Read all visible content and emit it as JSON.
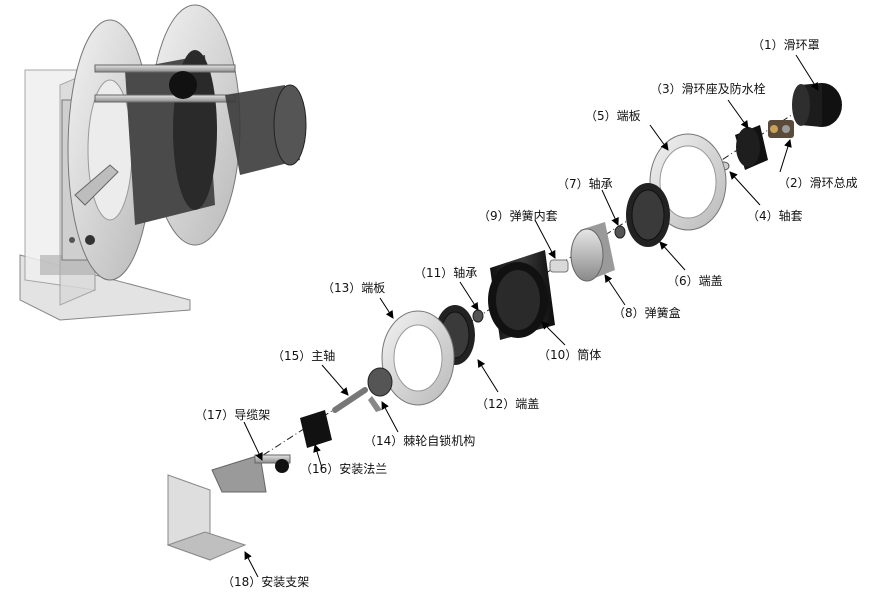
{
  "labels": [
    {
      "id": "1",
      "text": "（1）滑环罩"
    },
    {
      "id": "2",
      "text": "（2）滑环总成"
    },
    {
      "id": "3",
      "text": "（3）滑环座及防水栓"
    },
    {
      "id": "4",
      "text": "（4）轴套"
    },
    {
      "id": "5",
      "text": "（5）端板"
    },
    {
      "id": "6",
      "text": "（6）端盖"
    },
    {
      "id": "7",
      "text": "（7）轴承"
    },
    {
      "id": "8",
      "text": "（8）弹簧盒"
    },
    {
      "id": "9",
      "text": "（9）弹簧内套"
    },
    {
      "id": "10",
      "text": "（10）筒体"
    },
    {
      "id": "11",
      "text": "（11）轴承"
    },
    {
      "id": "12",
      "text": "（12）端盖"
    },
    {
      "id": "13",
      "text": "（13）端板"
    },
    {
      "id": "14",
      "text": "（14）棘轮自锁机构"
    },
    {
      "id": "15",
      "text": "（15）主轴"
    },
    {
      "id": "16",
      "text": "（16）安装法兰"
    },
    {
      "id": "17",
      "text": "（17）导缆架"
    },
    {
      "id": "18",
      "text": "（18）安装支架"
    }
  ]
}
